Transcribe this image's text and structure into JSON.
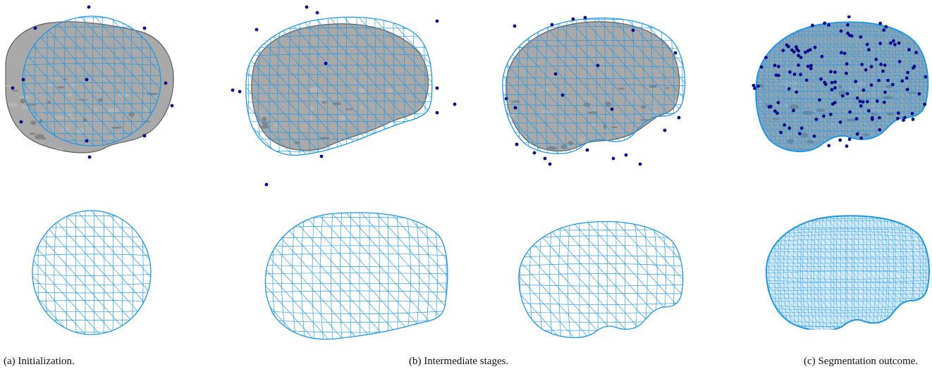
{
  "figure": {
    "colors": {
      "mesh": "#1f97e8",
      "brain_fill": "#9a9a9a",
      "brain_edge": "#5e5e5e",
      "landmark": "#0a0a8c",
      "background": "#ffffff"
    },
    "captions": {
      "a": "(a) Initialization.",
      "b": "(b) Intermediate stages.",
      "c": "(c) Segmentation outcome."
    }
  }
}
